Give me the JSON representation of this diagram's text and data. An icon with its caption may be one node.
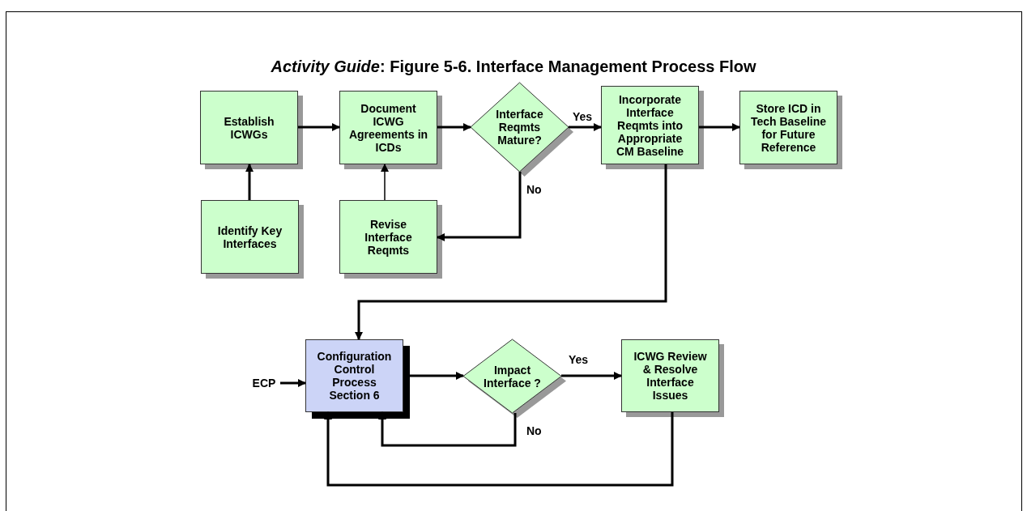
{
  "diagram": {
    "title": "*Activity Guide*: Figure 5-6. Interface Management Process Flow",
    "nodes": [
      {
        "text": [
          "Establish ICWGs"
        ]
      },
      {
        "text": [
          "Identify Key Interfaces"
        ]
      },
      {
        "text": [
          "Document ICWG Agreements in ICDs"
        ]
      },
      {
        "text": [
          "Interface Reqmts Mature?"
        ]
      },
      {
        "text": [
          "Revise Interface Reqmts"
        ]
      },
      {
        "text": [
          "Incorporate Interface Reqmts into Appropriate CM Baseline"
        ]
      },
      {
        "text": [
          "Store ICD in Tech Baseline for Future Reference"
        ]
      },
      {
        "text": [
          "ECP"
        ]
      },
      {
        "text": [
          "Configuration Control Process Section 6"
        ]
      },
      {
        "text": [
          "Impact Interface ?"
        ]
      },
      {
        "text": [
          "ICWG Review & Resolve Interface Issues"
        ]
      }
    ],
    "edges": [
      {
        "from": 1,
        "to": 0,
        "arrow": "to"
      },
      {
        "from": 0,
        "to": 2,
        "arrow": "to"
      },
      {
        "from": 2,
        "to": 3,
        "arrow": "to"
      },
      {
        "from": 3,
        "to": 5,
        "arrow": "to",
        "label": "Yes"
      },
      {
        "from": 3,
        "to": 4,
        "arrow": "to",
        "label": "No"
      },
      {
        "from": 4,
        "to": 2,
        "arrow": "to"
      },
      {
        "from": 5,
        "to": 6,
        "arrow": "to"
      },
      {
        "from": 5,
        "to": 8,
        "arrow": "to"
      },
      {
        "from": 7,
        "to": 8,
        "arrow": "to"
      },
      {
        "from": 8,
        "to": 9,
        "arrow": "to"
      },
      {
        "from": 9,
        "to": 10,
        "arrow": "to",
        "label": "Yes"
      },
      {
        "from": 9,
        "to": 8,
        "arrow": "to",
        "label": "No"
      },
      {
        "from": 10,
        "to": 8,
        "arrow": "to"
      }
    ]
  }
}
